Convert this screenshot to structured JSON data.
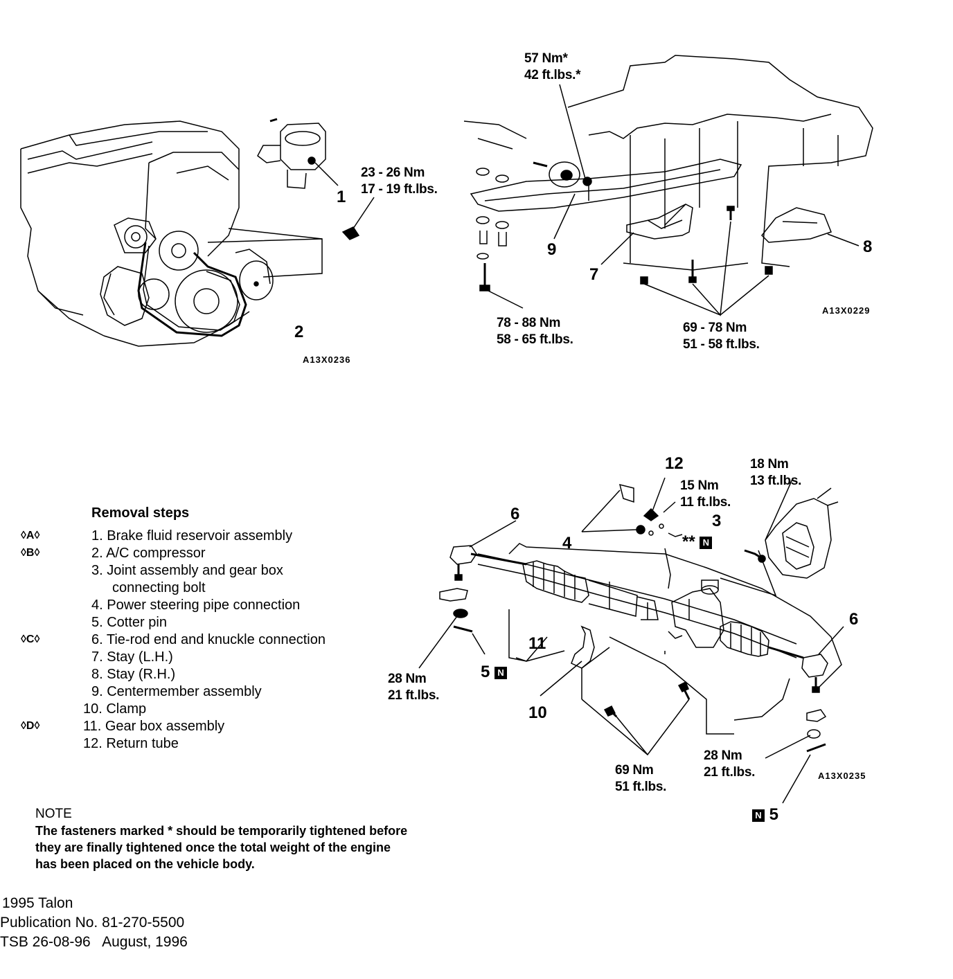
{
  "diagram_top_left": {
    "labels": {
      "torque_23_26": "23 - 26 Nm",
      "torque_17_19": "17 - 19 ft.lbs.",
      "item_1": "1",
      "item_2": "2",
      "code": "A13X0236"
    }
  },
  "diagram_top_right": {
    "labels": {
      "torque_57": "57 Nm*",
      "torque_42": "42 ft.lbs.*",
      "item_9": "9",
      "item_7": "7",
      "item_8": "8",
      "torque_78_88": "78 - 88 Nm",
      "torque_58_65": "58 - 65 ft.lbs.",
      "torque_69_78": "69 - 78 Nm",
      "torque_51_58": "51 - 58 ft.lbs.",
      "code": "A13X0229"
    }
  },
  "diagram_bottom": {
    "labels": {
      "item_12": "12",
      "torque_15": "15 Nm",
      "torque_11": "11 ft.lbs.",
      "torque_18": "18 Nm",
      "torque_13": "13 ft.lbs.",
      "item_6_left": "6",
      "item_4": "4",
      "item_3": "3",
      "double_star": "**",
      "n_mark": "N",
      "item_6_right": "6",
      "item_11": "11",
      "torque_28_left": "28 Nm",
      "torque_21_left": "21 ft.lbs.",
      "item_5_left": "5",
      "item_10": "10",
      "torque_69": "69 Nm",
      "torque_51": "51 ft.lbs.",
      "torque_28_right": "28 Nm",
      "torque_21_right": "21 ft.lbs.",
      "code": "A13X0235",
      "item_5_right": "5"
    }
  },
  "removal_steps": {
    "title": "Removal steps",
    "steps": [
      {
        "mark": "◊A◊",
        "text": "1. Brake fluid reservoir assembly"
      },
      {
        "mark": "◊B◊",
        "text": "2. A/C compressor"
      },
      {
        "mark": "",
        "text": "3. Joint assembly and gear box"
      },
      {
        "mark": "",
        "text": "connecting bolt"
      },
      {
        "mark": "",
        "text": "4. Power steering pipe connection"
      },
      {
        "mark": "",
        "text": "5. Cotter pin"
      },
      {
        "mark": "◊C◊",
        "text": "6. Tie-rod end and knuckle connection"
      },
      {
        "mark": "",
        "text": "7. Stay (L.H.)"
      },
      {
        "mark": "",
        "text": "8. Stay (R.H.)"
      },
      {
        "mark": "",
        "text": "9. Centermember assembly"
      },
      {
        "mark": "",
        "text": "10. Clamp"
      },
      {
        "mark": "◊D◊",
        "text": "11. Gear box assembly"
      },
      {
        "mark": "",
        "text": "12. Return tube"
      }
    ]
  },
  "note": {
    "title": "NOTE",
    "lines": [
      "The fasteners marked * should be temporarily tightened before",
      "they are finally tightened once the total weight of the engine",
      "has been placed on the vehicle body."
    ]
  },
  "footer": {
    "line1": "1995 Talon",
    "line2": "Publication No. 81-270-5500",
    "line3": "TSB 26-08-96   August, 1996"
  }
}
